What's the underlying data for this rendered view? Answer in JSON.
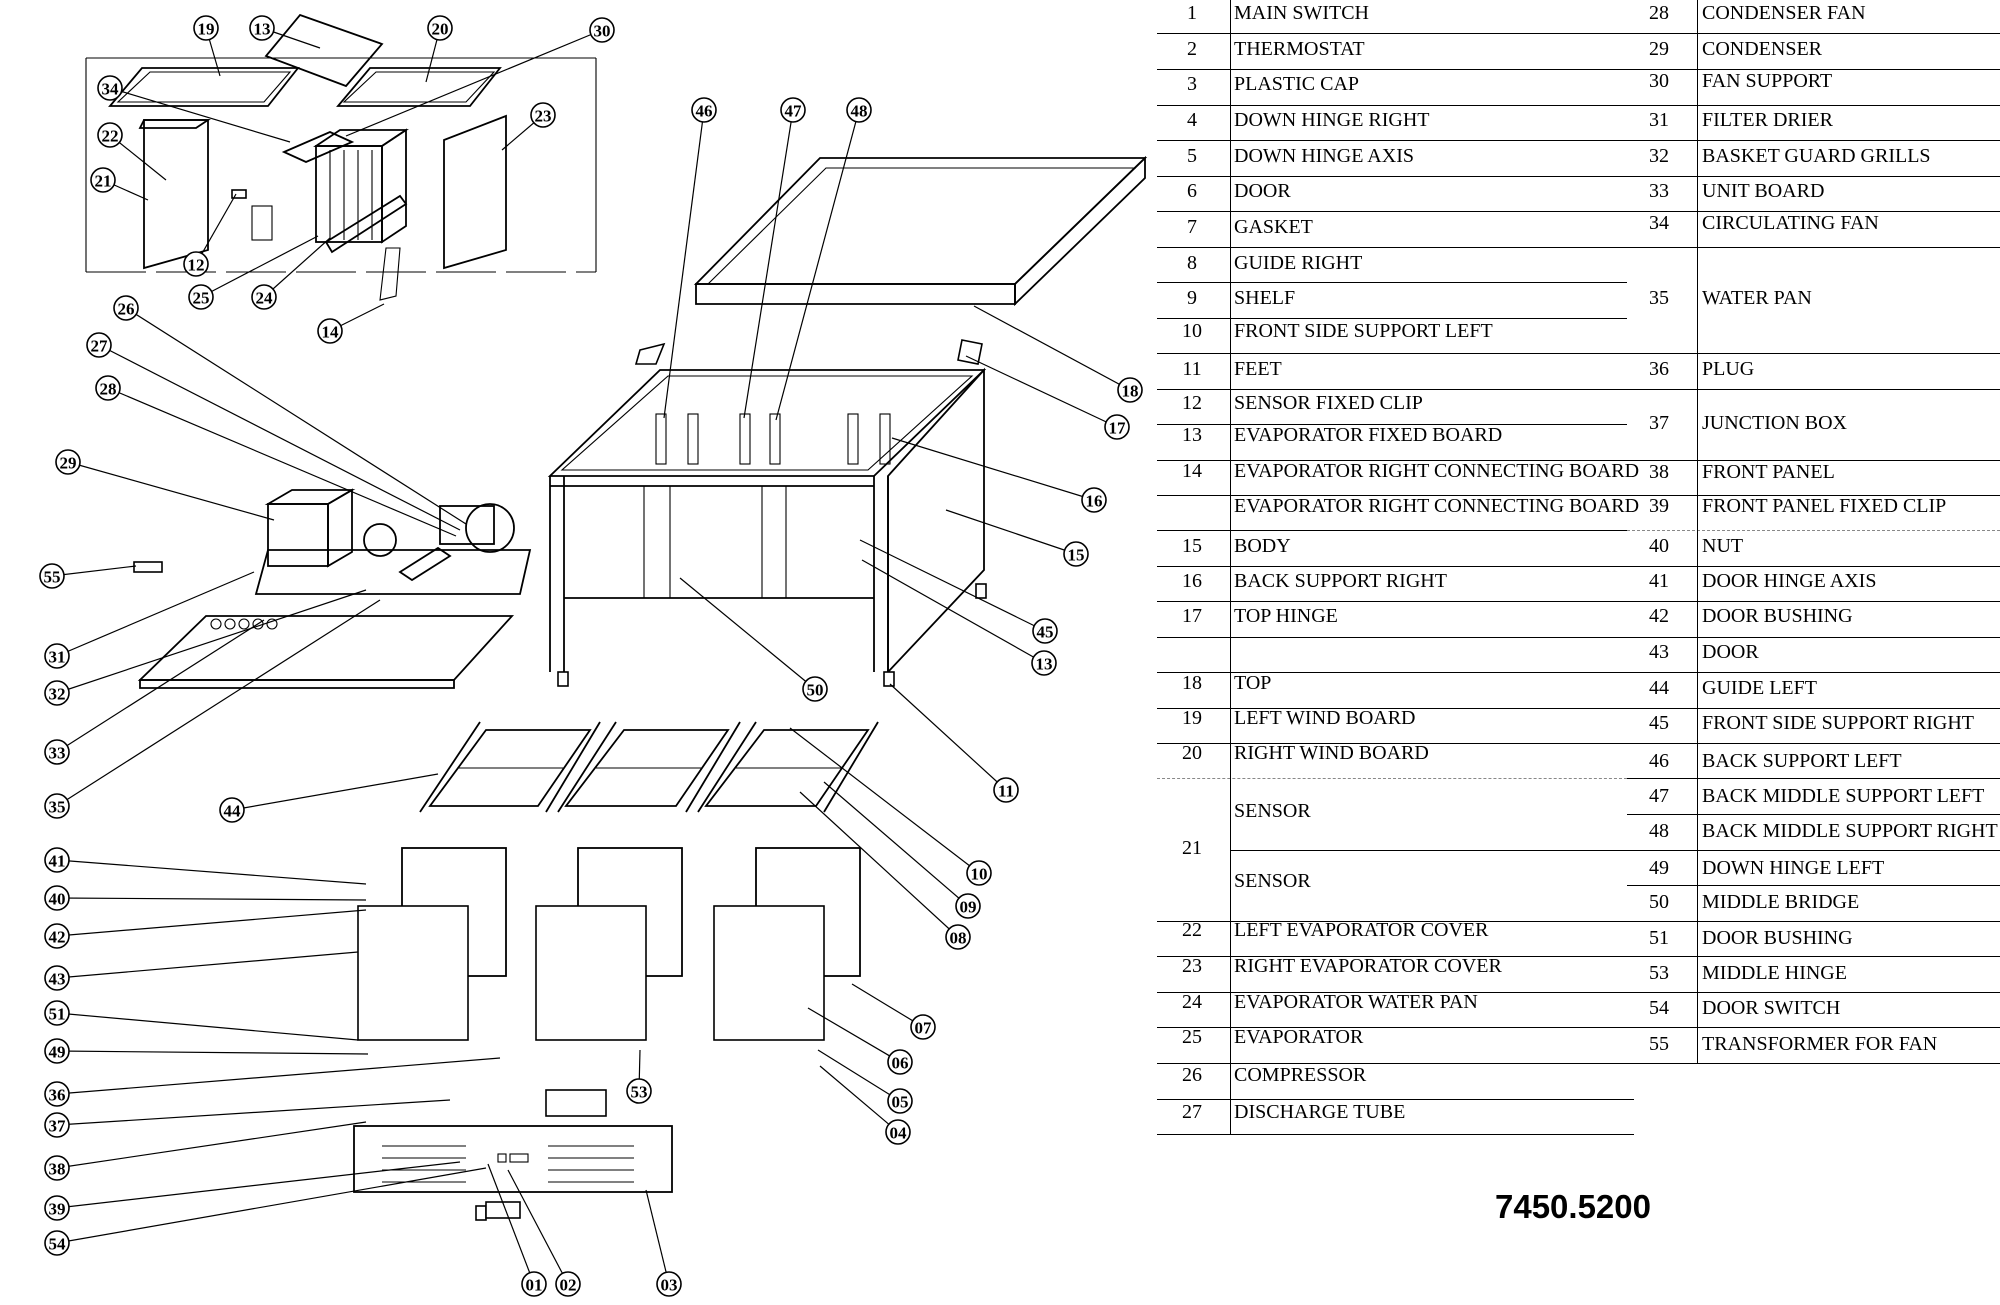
{
  "model_code": "7450.5200",
  "parts": [
    {
      "no": "1",
      "name": "MAIN SWITCH"
    },
    {
      "no": "2",
      "name": "THERMOSTAT"
    },
    {
      "no": "3",
      "name": "PLASTIC CAP"
    },
    {
      "no": "4",
      "name": "DOWN HINGE RIGHT"
    },
    {
      "no": "5",
      "name": "DOWN HINGE AXIS"
    },
    {
      "no": "6",
      "name": "DOOR"
    },
    {
      "no": "7",
      "name": "GASKET"
    },
    {
      "no": "8",
      "name": "GUIDE RIGHT"
    },
    {
      "no": "9",
      "name": "SHELF"
    },
    {
      "no": "10",
      "name": "FRONT SIDE SUPPORT LEFT"
    },
    {
      "no": "11",
      "name": "FEET"
    },
    {
      "no": "12",
      "name": "SENSOR FIXED CLIP"
    },
    {
      "no": "13",
      "name": "EVAPORATOR FIXED BOARD"
    },
    {
      "no": "14",
      "name": "EVAPORATOR RIGHT CONNECTING BOARD"
    },
    {
      "no": "",
      "name": "EVAPORATOR RIGHT CONNECTING BOARD"
    },
    {
      "no": "15",
      "name": "BODY"
    },
    {
      "no": "16",
      "name": "BACK SUPPORT RIGHT"
    },
    {
      "no": "17",
      "name": "TOP HINGE"
    },
    {
      "no": "",
      "name": ""
    },
    {
      "no": "18",
      "name": "TOP"
    },
    {
      "no": "19",
      "name": "LEFT WIND BOARD"
    },
    {
      "no": "20",
      "name": "RIGHT WIND BOARD"
    },
    {
      "no": "21",
      "name": "SENSOR"
    },
    {
      "no": "",
      "name": "SENSOR"
    },
    {
      "no": "22",
      "name": "LEFT EVAPORATOR COVER"
    },
    {
      "no": "23",
      "name": "RIGHT EVAPORATOR COVER"
    },
    {
      "no": "24",
      "name": "EVAPORATOR WATER PAN"
    },
    {
      "no": "25",
      "name": " EVAPORATOR"
    },
    {
      "no": "26",
      "name": "COMPRESSOR"
    },
    {
      "no": "27",
      "name": "DISCHARGE TUBE"
    },
    {
      "no": "28",
      "name": "CONDENSER FAN"
    },
    {
      "no": "29",
      "name": "CONDENSER"
    },
    {
      "no": "30",
      "name": "FAN SUPPORT"
    },
    {
      "no": "31",
      "name": "FILTER DRIER"
    },
    {
      "no": "32",
      "name": "BASKET GUARD GRILLS"
    },
    {
      "no": "33",
      "name": "UNIT BOARD"
    },
    {
      "no": "34",
      "name": "CIRCULATING FAN"
    },
    {
      "no": "35",
      "name": "WATER PAN"
    },
    {
      "no": "36",
      "name": "PLUG"
    },
    {
      "no": "37",
      "name": "JUNCTION BOX"
    },
    {
      "no": "38",
      "name": "FRONT PANEL"
    },
    {
      "no": "39",
      "name": "FRONT PANEL FIXED CLIP"
    },
    {
      "no": "40",
      "name": "NUT"
    },
    {
      "no": "41",
      "name": "DOOR HINGE AXIS"
    },
    {
      "no": "42",
      "name": "DOOR BUSHING"
    },
    {
      "no": "43",
      "name": "DOOR"
    },
    {
      "no": "44",
      "name": "GUIDE LEFT"
    },
    {
      "no": "45",
      "name": "FRONT SIDE SUPPORT RIGHT"
    },
    {
      "no": "46",
      "name": "BACK SUPPORT LEFT"
    },
    {
      "no": "47",
      "name": "BACK MIDDLE SUPPORT LEFT"
    },
    {
      "no": "48",
      "name": "BACK MIDDLE SUPPORT RIGHT"
    },
    {
      "no": "49",
      "name": "DOWN HINGE LEFT"
    },
    {
      "no": "50",
      "name": "MIDDLE BRIDGE"
    },
    {
      "no": "51",
      "name": "DOOR BUSHING"
    },
    {
      "no": "53",
      "name": "MIDDLE HINGE"
    },
    {
      "no": "54",
      "name": "DOOR SWITCH"
    },
    {
      "no": "55",
      "name": "TRANSFORMER FOR  FAN"
    }
  ],
  "callouts": [
    "19",
    "13",
    "20",
    "30",
    "34",
    "22",
    "23",
    "21",
    "12",
    "25",
    "24",
    "14",
    "46",
    "47",
    "48",
    "26",
    "27",
    "28",
    "29",
    "18",
    "17",
    "16",
    "15",
    "55",
    "45",
    "13",
    "31",
    "32",
    "33",
    "35",
    "50",
    "11",
    "44",
    "10",
    "41",
    "40",
    "42",
    "43",
    "09",
    "08",
    "51",
    "49",
    "07",
    "06",
    "36",
    "53",
    "05",
    "37",
    "04",
    "38",
    "39",
    "54",
    "01",
    "02",
    "03"
  ]
}
